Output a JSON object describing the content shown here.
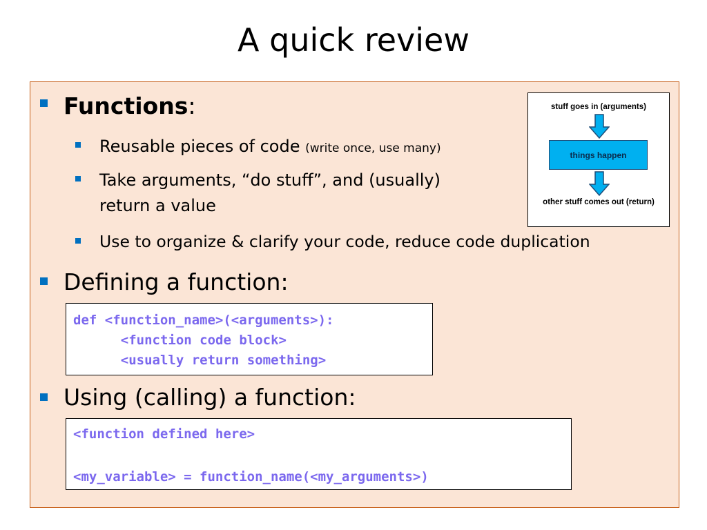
{
  "title": "A quick review",
  "colors": {
    "accent": "#0070c0",
    "panel_bg": "#fbe5d6",
    "panel_border": "#c55a11",
    "code": "#7b68ee",
    "diagram_box": "#00b0f0"
  },
  "bullets": {
    "functions": {
      "bold": "Functions",
      "suffix": ":"
    },
    "sub1": {
      "main": "Reusable pieces of code",
      "small": "(write once, use many)"
    },
    "sub2_line1": "Take arguments, “do stuff”, and (usually)",
    "sub2_line2": "return a value",
    "sub3": "Use to organize & clarify your code, reduce code duplication",
    "defining": "Defining a function:",
    "using": "Using (calling) a function:"
  },
  "code_define": [
    "def <function_name>(<arguments>):",
    "    <function code block>",
    "    <usually return something>"
  ],
  "code_use": [
    "<function defined here>",
    "<my_variable> = function_name(<my_arguments>)"
  ],
  "diagram": {
    "top": "stuff goes in (arguments)",
    "middle": "things happen",
    "bottom": "other stuff comes out (return)",
    "arrow_icon": "down-arrow-icon"
  }
}
